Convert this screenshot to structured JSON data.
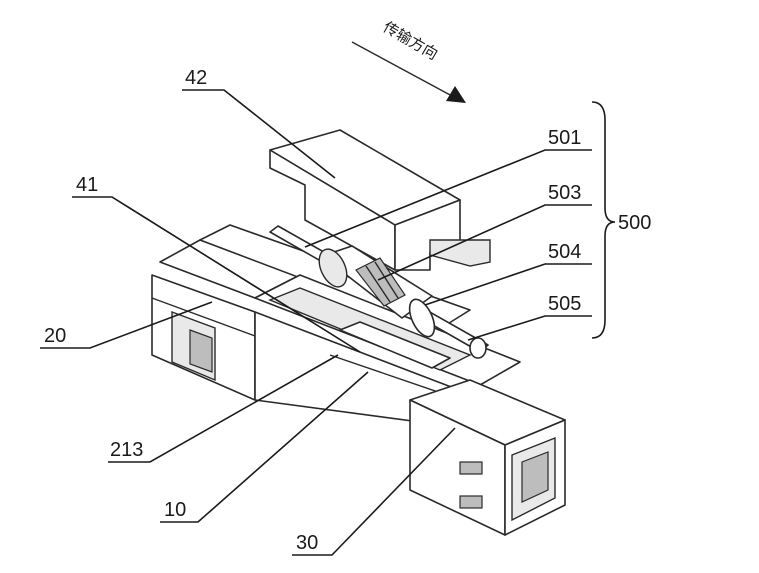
{
  "direction_label": "传输方向",
  "labels": {
    "l42": "42",
    "l41": "41",
    "l20": "20",
    "l213": "213",
    "l10": "10",
    "l30": "30",
    "l501": "501",
    "l503": "503",
    "l504": "504",
    "l505": "505",
    "l500": "500"
  },
  "colors": {
    "line": "#2a2a2a",
    "background": "#ffffff"
  }
}
